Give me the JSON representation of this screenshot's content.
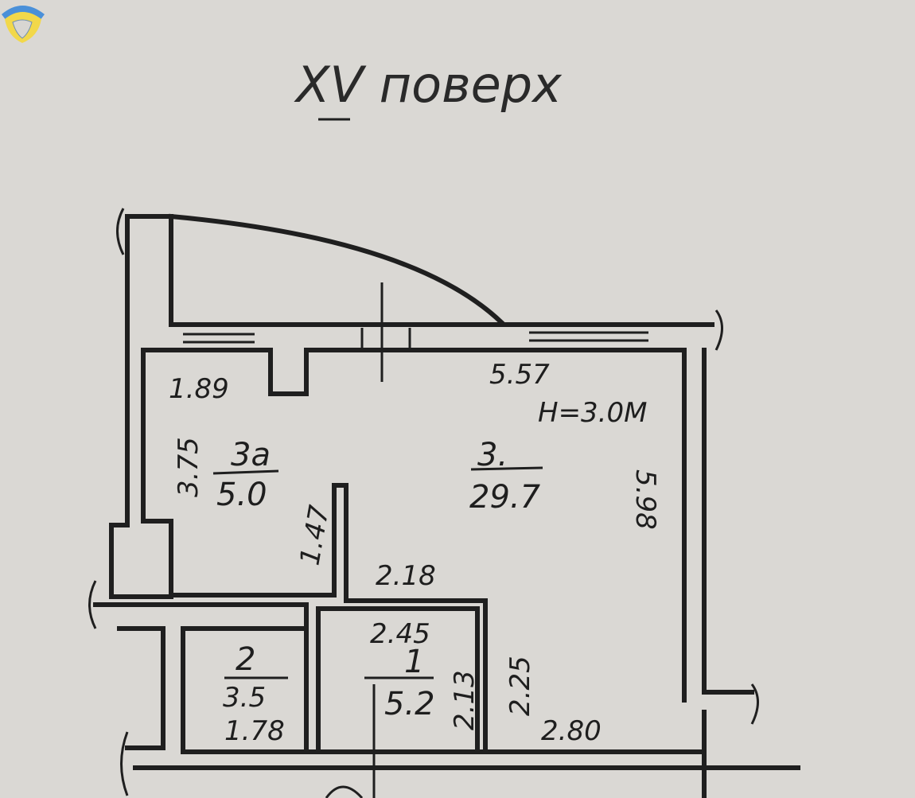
{
  "title": "XV поверх",
  "ceiling_height": "H=3.0M",
  "rooms": [
    {
      "number": "3a",
      "area": "5.0"
    },
    {
      "number": "3.",
      "area": "29.7"
    },
    {
      "number": "2",
      "area": "3.5"
    },
    {
      "number": "1",
      "area": "5.2"
    }
  ],
  "dimensions": {
    "top_left": "1.89",
    "top_main": "5.57",
    "left_3a": "3.75",
    "partition": "1.47",
    "right_main": "5.98",
    "mid": "2.18",
    "bath_top": "2.45",
    "bath_side": "2.13",
    "hall_side": "2.25",
    "wc_bottom": "1.78",
    "hall_bottom": "2.80"
  },
  "colors": {
    "paper": "#dad8d4",
    "ink": "#1f1f1f",
    "logo_blue": "#4a90d9",
    "logo_yellow": "#f2d84a"
  }
}
